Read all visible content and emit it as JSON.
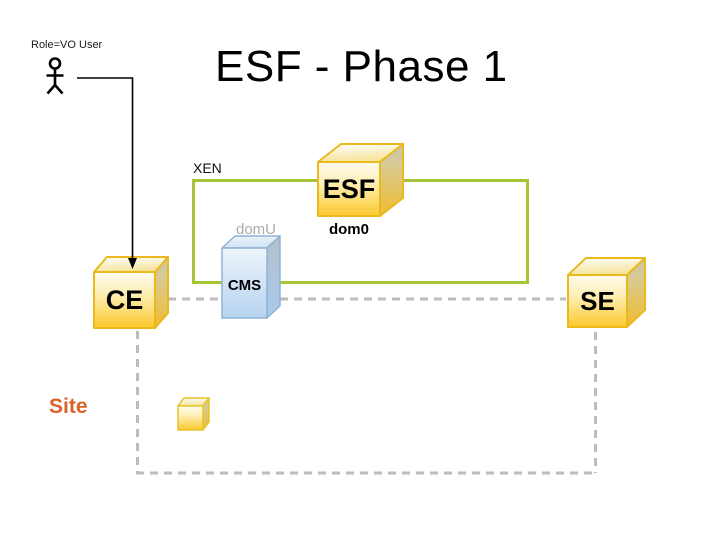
{
  "slide": {
    "title": "ESF - Phase 1",
    "background": "#ffffff"
  },
  "actor": {
    "label": "Role=VO User",
    "icon": "person-stick-figure-icon",
    "arrow_target": "CE"
  },
  "xen_region": {
    "label": "XEN",
    "border_color": "#a6c437",
    "inner_labels": {
      "domU": "domU",
      "dom0": "dom0"
    }
  },
  "site_region": {
    "label": "Site",
    "label_color": "#d9622b",
    "border_color": "#bcbcbc",
    "border_style": "dashed"
  },
  "nodes": {
    "esf": {
      "label": "ESF",
      "sublabel": "dom0",
      "shape": "yellow-cube"
    },
    "cms": {
      "label": "CMS",
      "sublabel": "domU",
      "shape": "blue-cube"
    },
    "ce": {
      "label": "CE",
      "shape": "yellow-cube"
    },
    "se": {
      "label": "SE",
      "shape": "yellow-cube"
    },
    "small_cube": {
      "label": "",
      "shape": "small-yellow-cube"
    }
  },
  "colors": {
    "background": "#ffffff",
    "title_text": "#000000",
    "xen_border_green": "#a6c437",
    "site_dashed_gray": "#bcbcbc",
    "cube_yellow_border": "#e9b91d",
    "cube_yellow_light": "#fefcf0",
    "cube_yellow_dark": "#fcc92d",
    "cube_blue_border": "#8fb3d6",
    "cube_blue_light": "#eef4fb",
    "cube_blue_dark": "#b6d3f0",
    "site_label_orange": "#d9622b",
    "domU_text_gray": "#ababab",
    "connector_black": "#000000"
  }
}
